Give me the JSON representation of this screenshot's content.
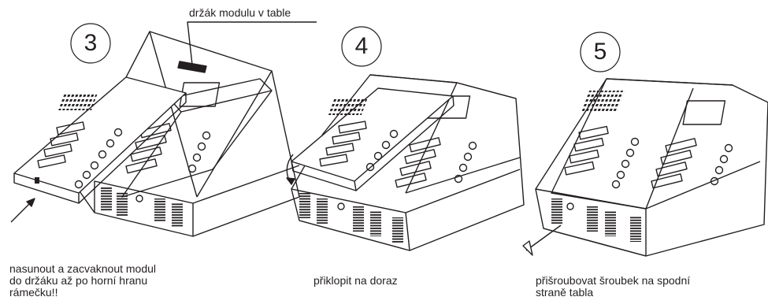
{
  "steps": [
    {
      "number": "3",
      "caption": "nasunout a zacvaknout modul\ndo držáku až po horní hranu\nrámečku!!"
    },
    {
      "number": "4",
      "caption": "přiklopit na doraz"
    },
    {
      "number": "5",
      "caption": "přišroubovat šroubek na spodní\nstraně tabla"
    }
  ],
  "callout": {
    "label": "držák modulu v table"
  },
  "colors": {
    "ink": "#231f20",
    "background": "#ffffff"
  }
}
